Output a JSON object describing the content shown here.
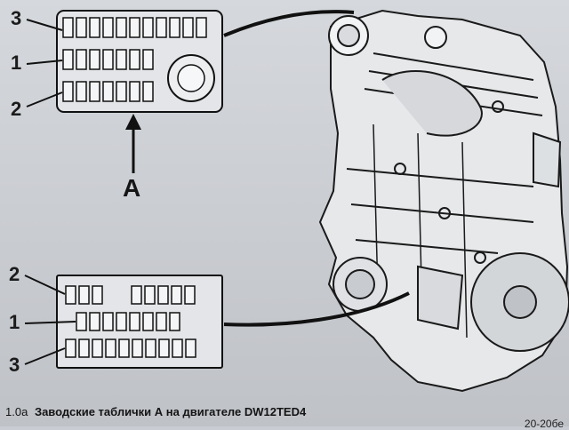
{
  "figure": {
    "number": "1.0a",
    "caption": "Заводские таблички А на двигателе DW12TED4"
  },
  "plate_top": {
    "row_labels": [
      "3",
      "1",
      "2"
    ]
  },
  "plate_bottom": {
    "row_labels": [
      "2",
      "1",
      "3"
    ]
  },
  "arrow_label": "A",
  "page_number": "20-20бе"
}
